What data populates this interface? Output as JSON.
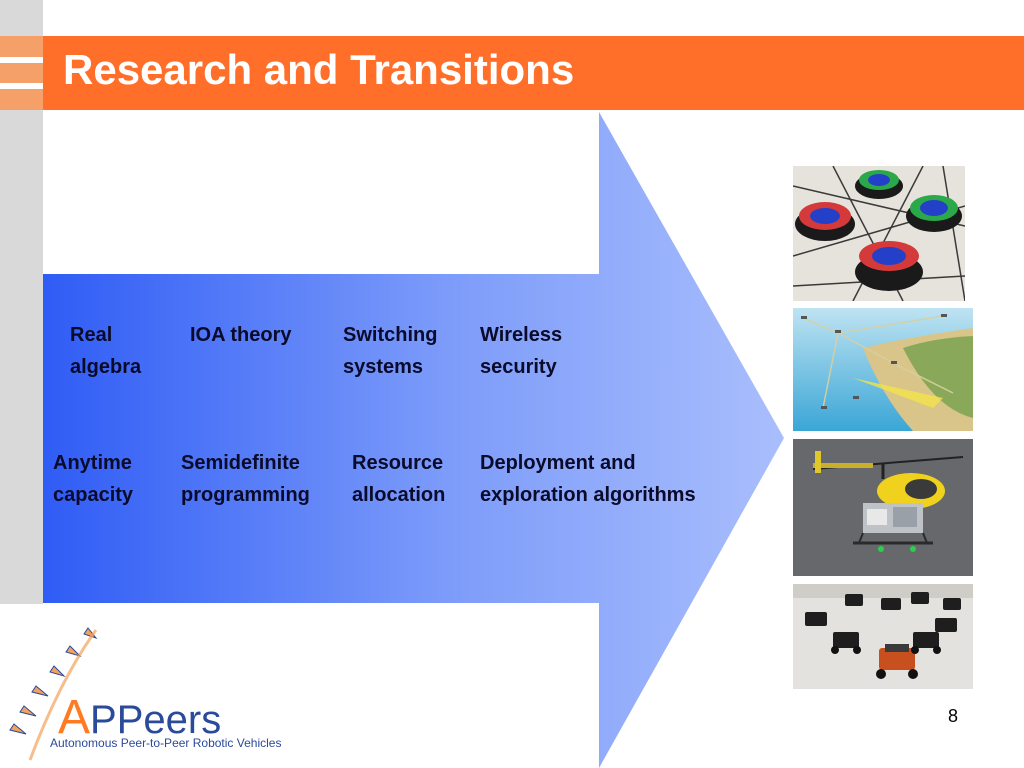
{
  "slide": {
    "title": "Research and Transitions",
    "page_number": "8"
  },
  "topics_row1": [
    {
      "line1": "Real",
      "line2": "algebra"
    },
    {
      "line1": "IOA theory",
      "line2": ""
    },
    {
      "line1": "Switching",
      "line2": "systems"
    },
    {
      "line1": "Wireless",
      "line2": "security"
    }
  ],
  "topics_row2": [
    {
      "line1": "Anytime",
      "line2": "capacity"
    },
    {
      "line1": "Semidefinite",
      "line2": "programming"
    },
    {
      "line1": "Resource",
      "line2": "allocation"
    },
    {
      "line1": "Deployment and",
      "line2": "exploration algorithms"
    }
  ],
  "logo": {
    "letter_a": "A",
    "name_rest": "PPeers",
    "tagline": "Autonomous Peer-to-Peer Robotic Vehicles"
  },
  "colors": {
    "title_bar": "#ff6f2a",
    "arrow_start": "#2f5cf5",
    "arrow_end": "#a7bdfc",
    "side_strip": "#d9d9d9",
    "logo_blue": "#2a4a9a",
    "logo_orange": "#ff7a20"
  },
  "images": [
    {
      "name": "round-robots-photo"
    },
    {
      "name": "coastal-network-illustration"
    },
    {
      "name": "helicopter-photo"
    },
    {
      "name": "rc-trucks-photo"
    }
  ]
}
